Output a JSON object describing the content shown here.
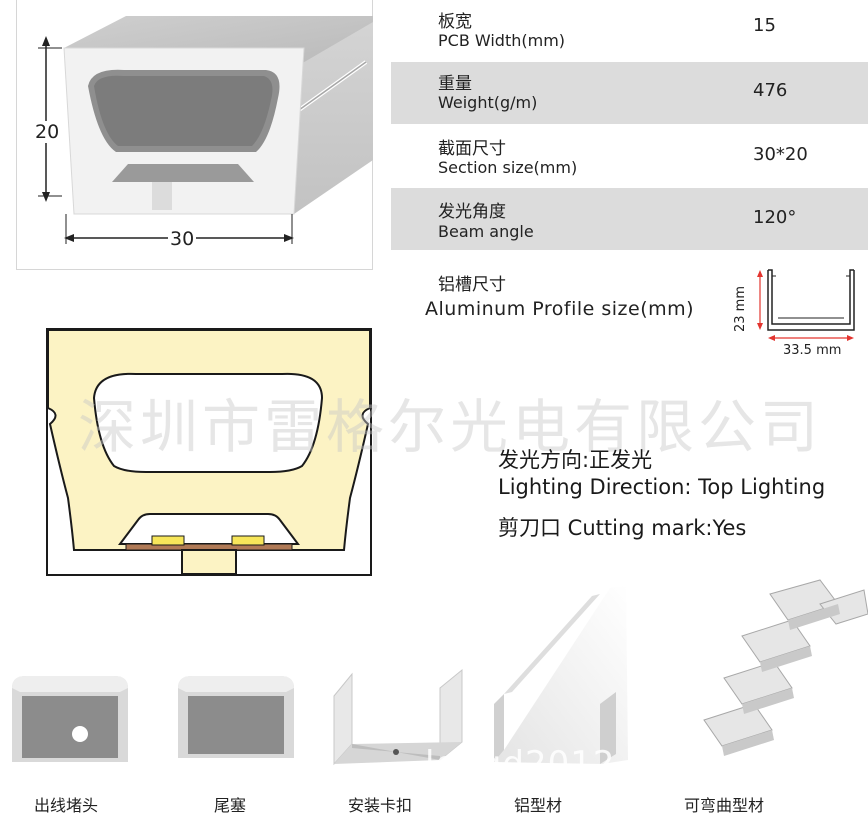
{
  "dimensions": {
    "height": "20",
    "width": "30"
  },
  "specs": [
    {
      "cn": "板宽",
      "en": "PCB Width(mm)",
      "value": "15"
    },
    {
      "cn": "重量",
      "en": "Weight(g/m)",
      "value": "476"
    },
    {
      "cn": "截面尺寸",
      "en": "Section size(mm)",
      "value": "30*20"
    },
    {
      "cn": "发光角度",
      "en": "Beam angle",
      "value": "120°"
    }
  ],
  "aluminum": {
    "cn": "铝槽尺寸",
    "en": "Aluminum Profile size(mm)",
    "height": "23 mm",
    "width": "33.5 mm"
  },
  "watermark": "深圳市雷格尔光电有限公司",
  "features": {
    "direction": "发光方向:正发光",
    "direction_en": "Lighting Direction: Top Lighting",
    "cutting": "剪刀口 Cutting mark:Yes"
  },
  "accessories": [
    "出线堵头",
    "尾塞",
    "安装卡扣",
    "铝型材",
    "可弯曲型材"
  ],
  "bottom_watermark": "longd2012 1688",
  "colors": {
    "glow": "#fcf3c4",
    "led": "#f7e65a",
    "pcb": "#b07a56",
    "outline": "#1a1a1a",
    "shade": "#dcdcdc",
    "dim_red": "#e3342f"
  }
}
